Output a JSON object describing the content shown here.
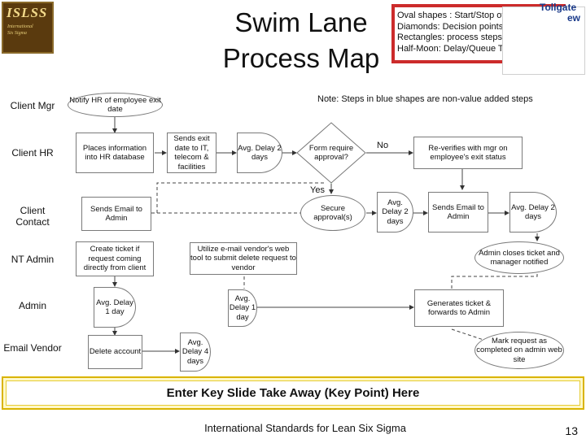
{
  "logo": {
    "text": "ISLSS",
    "sub1": "International",
    "sub2": "Six Sigma"
  },
  "title": {
    "line1": "Swim Lane",
    "line2": "Process Map"
  },
  "legend": [
    "Oval shapes : Start/Stop of process",
    "Diamonds: Decision points",
    "Rectangles: process steps",
    "Half-Moon: Delay/Queue Time"
  ],
  "corner_image": {
    "text1": "Tollgate",
    "text2": "ew"
  },
  "note": "Note: Steps in blue shapes are non-value added steps",
  "lanes": [
    "Client Mgr",
    "Client HR",
    "Client Contact",
    "NT Admin",
    "Admin",
    "Email Vendor"
  ],
  "shapes": {
    "notify_hr": "Notify HR of employee exit date",
    "places_info": "Places information into HR database",
    "sends_exit": "Sends exit date to IT, telecom & facilities",
    "delay_2a": "Avg. Delay 2 days",
    "form_approval": "Form require approval?",
    "reverifies": "Re-verifies with mgr on employee's exit status",
    "sends_email_admin": "Sends Email to Admin",
    "secure_approval": "Secure approval(s)",
    "delay_2b": "Avg. Delay 2 days",
    "sends_email_admin2": "Sends Email to Admin",
    "delay_2c": "Avg. Delay 2 days",
    "create_ticket": "Create ticket if request coming directly from client",
    "utilize_tool": "Utilize e-mail vendor's web tool to submit delete request to vendor",
    "admin_closes": "Admin closes ticket and manager notified",
    "delay_1a": "Avg. Delay 1 day",
    "delay_1b": "Avg. Delay 1 day",
    "generates_ticket": "Generates ticket & forwards to Admin",
    "delete_account": "Delete account",
    "delay_4": "Avg. Delay 4 days",
    "mark_request": "Mark request as completed on admin web site"
  },
  "labels": {
    "no": "No",
    "yes": "Yes"
  },
  "takeaway": "Enter Key Slide Take Away (Key Point) Here",
  "footer": "International Standards for Lean Six Sigma",
  "page_number": "13"
}
